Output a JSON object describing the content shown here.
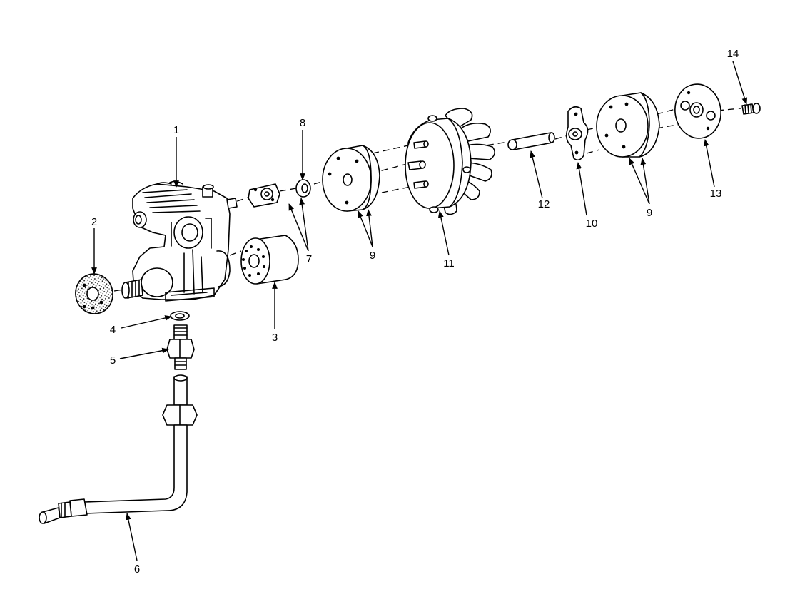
{
  "callouts": {
    "c1": "1",
    "c2": "2",
    "c3": "3",
    "c4": "4",
    "c5": "5",
    "c6": "6",
    "c7": "7",
    "c8": "8",
    "c9a": "9",
    "c9b": "9",
    "c10": "10",
    "c11": "11",
    "c12": "12",
    "c13": "13",
    "c14": "14"
  }
}
